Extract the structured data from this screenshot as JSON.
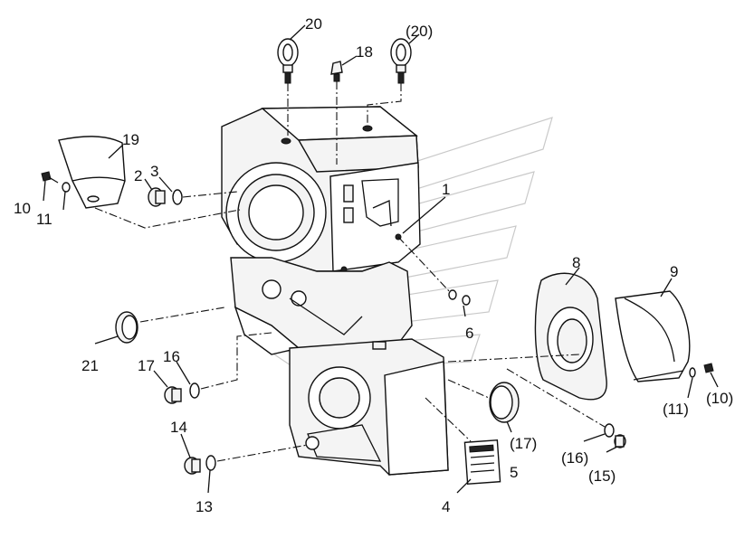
{
  "labels": {
    "l1": "1",
    "l2": "2",
    "l3": "3",
    "l4": "4",
    "l5": "5",
    "l6": "6",
    "l8": "8",
    "l9": "9",
    "l10": "10",
    "l10p": "(10)",
    "l11": "11",
    "l11p": "(11)",
    "l13": "13",
    "l14": "14",
    "l15p": "(15)",
    "l16": "16",
    "l16p": "(16)",
    "l17": "17",
    "l17p": "(17)",
    "l18": "18",
    "l19": "19",
    "l20": "20",
    "l20p": "(20)",
    "l21": "21"
  }
}
